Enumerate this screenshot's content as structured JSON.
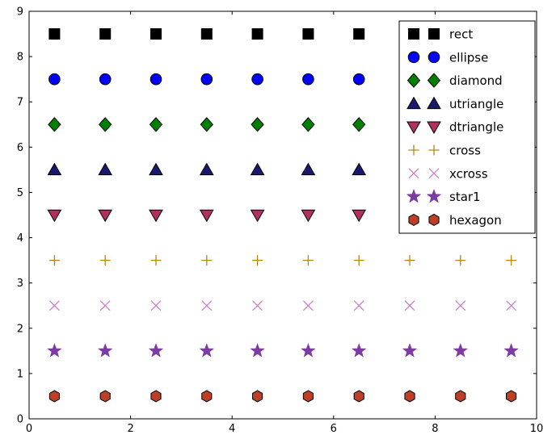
{
  "chart_data": {
    "type": "scatter",
    "title": "",
    "xlabel": "",
    "ylabel": "",
    "xlim": [
      0,
      10
    ],
    "ylim": [
      0,
      9
    ],
    "xticks": [
      0,
      2,
      4,
      6,
      8,
      10
    ],
    "yticks": [
      0,
      1,
      2,
      3,
      4,
      5,
      6,
      7,
      8,
      9
    ],
    "grid": false,
    "x": [
      0.5,
      1.5,
      2.5,
      3.5,
      4.5,
      5.5,
      6.5,
      7.5,
      8.5,
      9.5
    ],
    "series": [
      {
        "name": "rect",
        "marker": "square",
        "color": "#000000",
        "edge_color": "#000000",
        "y": 8.5
      },
      {
        "name": "ellipse",
        "marker": "circle",
        "color": "#0000ff",
        "edge_color": "#000000",
        "y": 7.5
      },
      {
        "name": "diamond",
        "marker": "diamond",
        "color": "#008000",
        "edge_color": "#000000",
        "y": 6.5
      },
      {
        "name": "utriangle",
        "marker": "triangle-up",
        "color": "#191970",
        "edge_color": "#000000",
        "y": 5.5
      },
      {
        "name": "dtriangle",
        "marker": "triangle-down",
        "color": "#b03060",
        "edge_color": "#000000",
        "y": 4.5
      },
      {
        "name": "cross",
        "marker": "plus",
        "color": "#b8860b",
        "edge_color": "#b8860b",
        "y": 3.5
      },
      {
        "name": "xcross",
        "marker": "x",
        "color": "#cc7fcc",
        "edge_color": "#cc7fcc",
        "y": 2.5
      },
      {
        "name": "star1",
        "marker": "star",
        "color": "#7d3ca3",
        "edge_color": "#000000",
        "y": 1.5
      },
      {
        "name": "hexagon",
        "marker": "hexagon",
        "color": "#bc3f26",
        "edge_color": "#000000",
        "y": 0.5
      }
    ],
    "legend": {
      "position": "upper right",
      "numpoints": 2,
      "entries": [
        "rect",
        "ellipse",
        "diamond",
        "utriangle",
        "dtriangle",
        "cross",
        "xcross",
        "star1",
        "hexagon"
      ]
    },
    "axes": {
      "border_color": "#000000",
      "tick_direction": "in",
      "tick_label_fontsize": 13,
      "legend_fontsize": 15
    }
  }
}
